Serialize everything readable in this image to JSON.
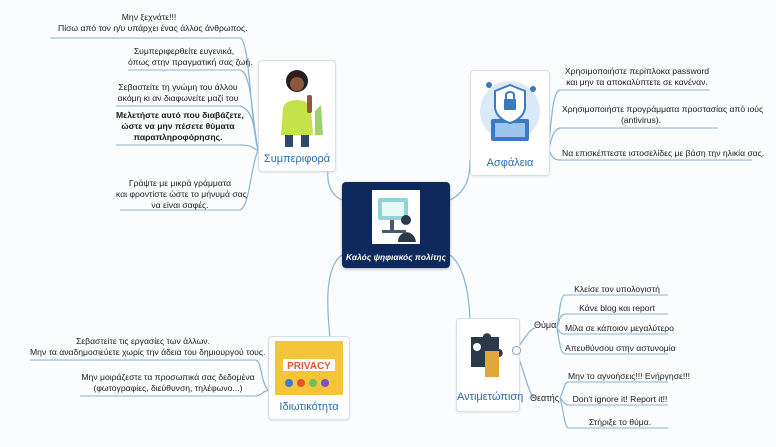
{
  "central": {
    "title": "Καλός ψηφιακός πολίτης",
    "icon": "person-at-computer-illustration"
  },
  "branches": {
    "behavior": {
      "label": "Συμπεριφορά",
      "icon": "woman-waving-illustration",
      "leaves": [
        [
          "Μην ξεχνάτε!!!",
          "Πίσω από τον η/υ υπάρχει ένας άλλος άνθρωπος."
        ],
        [
          "Συμπεριφερθείτε ευγενικά,",
          "όπως στην πραγματική σας ζωή."
        ],
        [
          "Σεβαστείτε τη γνώμη του άλλου",
          "ακόμη κι αν διαφωνείτε μαζί του"
        ],
        [
          "Μελετήστε αυτό που διαβάζετε,",
          "ώστε να μην πέσετε θύματα",
          "παραπληροφόρησης."
        ],
        [
          "Γράψτε με μικρά γράμματα",
          "και φροντίστε ώστε το μήνυμά σας",
          "να είναι σαφές."
        ]
      ]
    },
    "security": {
      "label": "Ασφάλεια",
      "icon": "shield-lock-illustration",
      "leaves": [
        [
          "Χρησιμοποιήστε περίπλοκα password",
          "και μην τα αποκαλύπτετε σε κανέναν."
        ],
        [
          "Χρησιμοποιήστε προγράμματα προστασίας από ιούς",
          "(antivirus)."
        ],
        [
          "Να επισκέπτεστε ιστοσελίδες με βάση την ηλικία σας."
        ]
      ]
    },
    "privacy": {
      "label": "Ιδιωτικότητα",
      "icon": "privacy-banner-illustration",
      "leaves": [
        [
          "Σεβαστείτε τις εργασίες των άλλων.",
          "Μην τα αναδημοσιεύετε χωρίς την άδεια του δημιουργού τους."
        ],
        [
          "Μην μοιράζεστε τα προσωπικά σας δεδομένα",
          "(φωτογραφίες, διεύθυνση, τηλέφωνο...)"
        ]
      ]
    },
    "response": {
      "label": "Αντιμετώπιση",
      "icon": "puzzle-pieces-illustration",
      "victim": {
        "label": "Θύμα",
        "leaves": [
          "Κλείσε τον υπολογιστή",
          "Κάνε blog και report",
          "Μίλα σε κάποιον μεγαλύτερο",
          "Απευθύνσου στην αστυνομία"
        ]
      },
      "witness": {
        "label": "Θεατής",
        "leaves": [
          "Μην το αγνοήσεις!!! Ενήργησε!!!",
          "Don't ignore it! Report it!!",
          "Στήριξε το θύμα."
        ]
      }
    }
  },
  "colors": {
    "line": "#8ab4d0",
    "branch_text": "#2a6bb0",
    "central_bg": "#0e2a5c"
  }
}
